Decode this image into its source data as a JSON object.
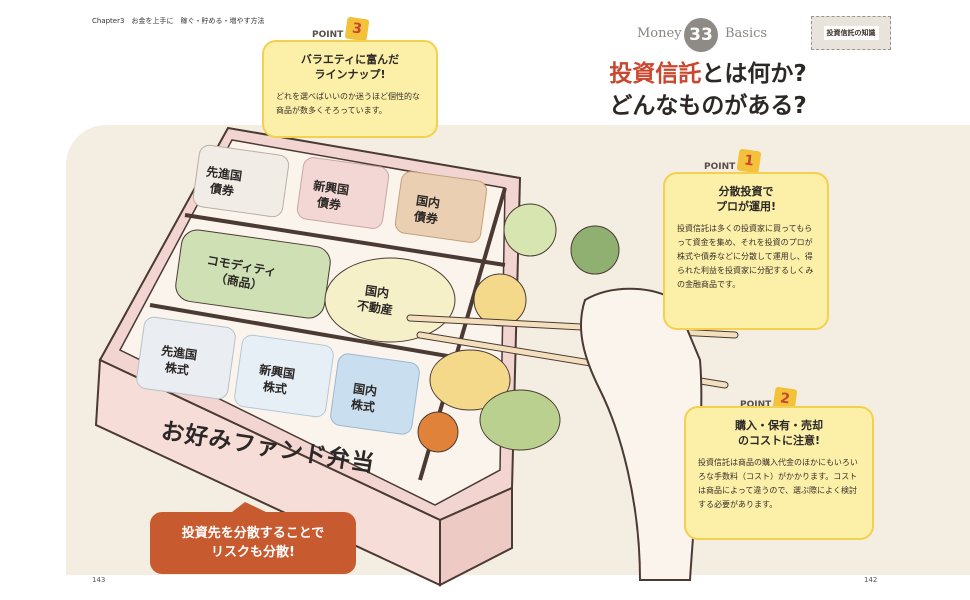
{
  "header": {
    "chapter": "Chapter3　お金を上手に　稼ぐ・貯める・増やす方法",
    "money_left": "Money",
    "money_num": "33",
    "money_right": "Basics",
    "stamp": "投資信託の知識"
  },
  "title": {
    "line1_highlight": "投資信託",
    "line1_rest": "とは何か?",
    "line2": "どんなものがある?"
  },
  "points": [
    {
      "label": "POINT",
      "num": "1",
      "head_line1": "分散投資で",
      "head_line2": "プロが運用!",
      "body": "投資信託は多くの投資家に買ってもらって資金を集め、それを投資のプロが株式や債券などに分散して運用し、得られた利益を投資家に分配するしくみの金融商品です。"
    },
    {
      "label": "POINT",
      "num": "2",
      "head_line1": "購入・保有・売却",
      "head_line2": "のコストに注意!",
      "body": "投資信託は商品の購入代金のほかにもいろいろな手数料（コスト）がかかります。コストは商品によって違うので、選ぶ際によく検討する必要があります。"
    },
    {
      "label": "POINT",
      "num": "3",
      "head_line1": "バラエティに富んだ",
      "head_line2": "ラインナップ!",
      "body": "どれを選べばいいのか迷うほど個性的な商品が数多くそろっています。"
    }
  ],
  "bento": {
    "title": "お好みファンド弁当",
    "items": [
      {
        "l1": "先進国",
        "l2": "債券"
      },
      {
        "l1": "新興国",
        "l2": "債券"
      },
      {
        "l1": "国内",
        "l2": "債券"
      },
      {
        "l1": "コモディティ",
        "l2": "（商品）"
      },
      {
        "l1": "国内",
        "l2": "不動産"
      },
      {
        "l1": "先進国",
        "l2": "株式"
      },
      {
        "l1": "新興国",
        "l2": "株式"
      },
      {
        "l1": "国内",
        "l2": "株式"
      }
    ]
  },
  "bubble": {
    "line1": "投資先を分散することで",
    "line2": "リスクも分散!"
  },
  "pages": {
    "left": "143",
    "right": "142"
  },
  "colors": {
    "accent": "#c8472f",
    "callout": "#fcf0a8",
    "bubble": "#c85a30",
    "box": "#f2d4d0"
  }
}
